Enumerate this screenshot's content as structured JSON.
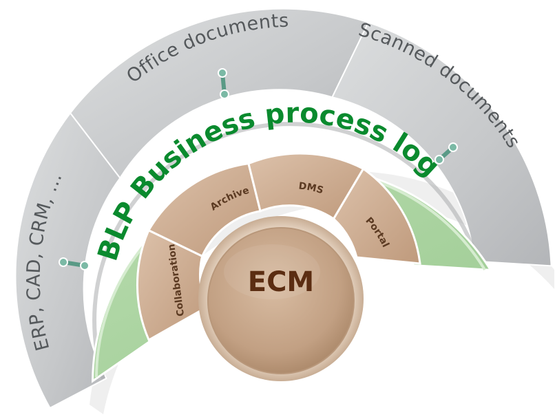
{
  "outer_ring": {
    "segments": [
      {
        "label": "ERP, CAD, CRM, ..."
      },
      {
        "label": "Office documents"
      },
      {
        "label": "Scanned documents"
      }
    ]
  },
  "middle_ring": {
    "label": "BLP Business process logic"
  },
  "inner_ring": {
    "segments": [
      {
        "label": "Collaboration"
      },
      {
        "label": "Archive"
      },
      {
        "label": "DMS"
      },
      {
        "label": "Portal"
      }
    ]
  },
  "core": {
    "label": "ECM"
  },
  "colors": {
    "outer_ring": "#c9cbcd",
    "middle_ring": "#a9d4a0",
    "inner_ring": "#c9a68a",
    "core": "#c4a384",
    "blp_text": "#0a8a2e",
    "connector": "#5a9a86"
  }
}
